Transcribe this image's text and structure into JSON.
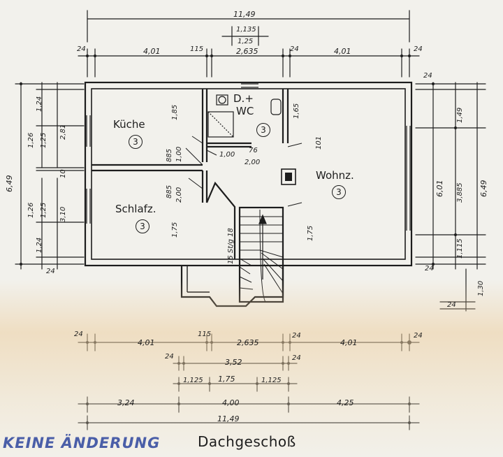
{
  "plan": {
    "title": "Dachgeschoß",
    "stamp": "KEINE ÄNDERUNG",
    "rooms": {
      "kueche": {
        "name": "Küche",
        "marker": "3"
      },
      "schlafz": {
        "name": "Schlafz.",
        "marker": "3"
      },
      "wc": {
        "name_line1": "D.+",
        "name_line2": "WC",
        "marker": "3"
      },
      "wohnz": {
        "name": "Wohnz.",
        "marker": "3"
      }
    },
    "dims": {
      "top_overall": "11,49",
      "top_1135": "1,135",
      "top_125": "1,25",
      "top_24a": "24",
      "top_401a": "4,01",
      "top_115": "115",
      "top_2635": "2,635",
      "top_24b": "24",
      "top_401b": "4,01",
      "top_24c": "24",
      "left_649": "6,49",
      "left_124a": "1,24",
      "left_126a": "1,26",
      "left_125a": "1,25",
      "left_281": "2,81",
      "left_10": "10",
      "left_126b": "1,26",
      "left_125b": "1,25",
      "left_124b": "1,24",
      "left_310": "3,10",
      "left_24": "24",
      "right_24": "24",
      "right_149": "1,49",
      "right_601": "6,01",
      "right_3885": "3,885",
      "right_649": "6,49",
      "right_1115": "1,115",
      "right_24b": "24",
      "right_130": "1,30",
      "right_24c": "24",
      "int_185": "1,85",
      "int_885a": "885",
      "int_100": "1,00",
      "int_885b": "885",
      "int_200": "2,00",
      "int_175a": "1,75",
      "int_165": "1,65",
      "int_101": "101",
      "int_100b": "1,00",
      "int_76": "76",
      "int_200b": "2,00",
      "int_stairs": "15 St/g 18",
      "int_175b": "1,75",
      "bot_24a": "24",
      "bot_401a": "4,01",
      "bot_115": "115",
      "bot_2635": "2,635",
      "bot_24b": "24",
      "bot_401b": "4,01",
      "bot_24c": "24",
      "bot_24d": "24",
      "bot_352": "3,52",
      "bot_24e": "24",
      "bot_1125a": "1,125",
      "bot_175": "1,75",
      "bot_1125b": "1,125",
      "bot_324": "3,24",
      "bot_400": "4,00",
      "bot_425": "4,25",
      "bot_overall": "11,49"
    }
  }
}
